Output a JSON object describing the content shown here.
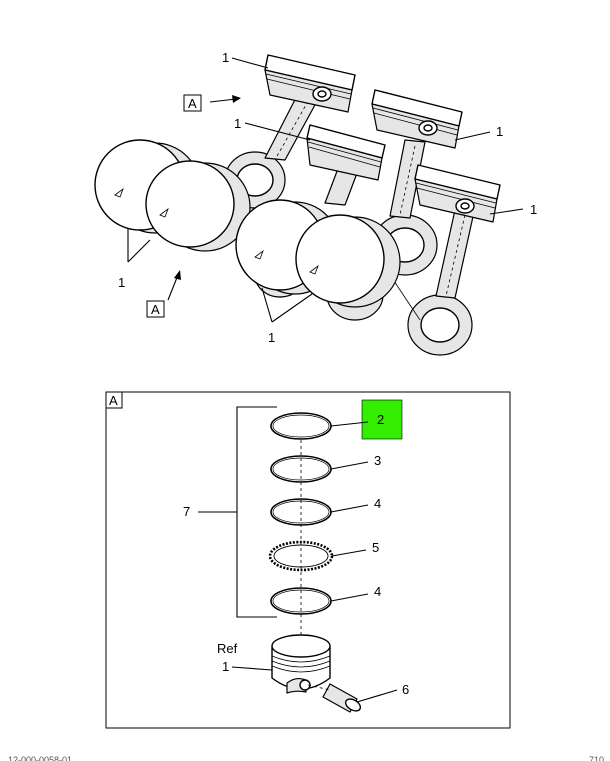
{
  "callouts": {
    "top_assembly_item": "1",
    "view_marker": "A",
    "detail_view_label": "A",
    "ring_top": "2",
    "ring_second": "3",
    "ring_oil_rail_upper": "4",
    "ring_oil_expander": "5",
    "ring_oil_rail_lower": "4",
    "ring_set": "7",
    "ref_label": "Ref",
    "ref_piston": "1",
    "piston_pin": "6"
  },
  "colors": {
    "highlight": "#33ee00",
    "line": "#000000"
  },
  "footer": {
    "left": "12-000-0058-01",
    "right": "710"
  }
}
